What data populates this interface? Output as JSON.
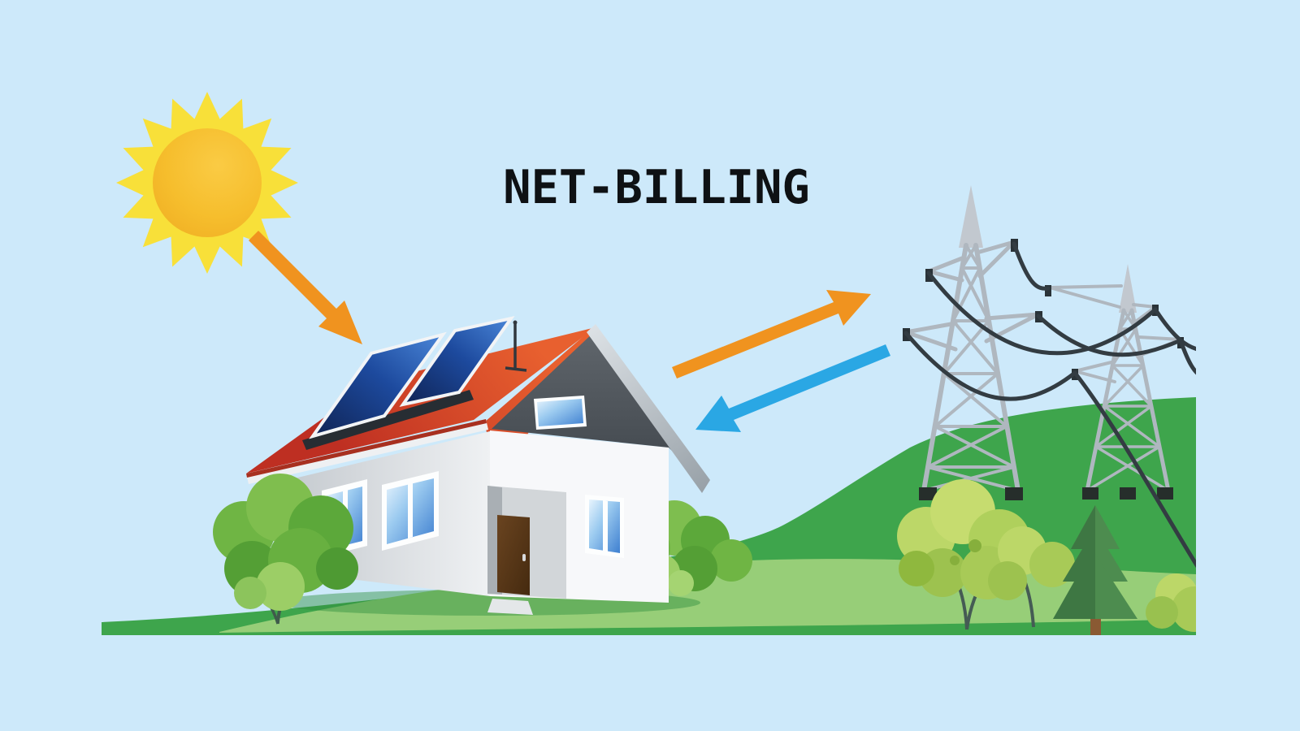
{
  "title": {
    "text": "NET-BILLING"
  },
  "colors": {
    "sky": "#CDE9FA",
    "title_ink": "#0E1114",
    "sun_ray": "#F8E039",
    "sun_core": "#F6BE2C",
    "arrow_orange": "#F0931F",
    "arrow_blue": "#2AA7E4",
    "grass": "#3EA54C",
    "grass_light": "#97CE78",
    "roof_red": "#D8402A",
    "panel_navy": "#16336E",
    "wall_white": "#F6F8F9",
    "gable_gray": "#53595F",
    "tower_gray": "#AFB7BF",
    "wire_dark": "#333C42",
    "tree_lime": "#BCD768",
    "tree_green": "#6FB544",
    "pine_green": "#4D8C4F",
    "trunk_brown": "#8A5A33",
    "door_brown": "#5B3A1D"
  },
  "scene": {
    "elements": [
      {
        "name": "sun-icon"
      },
      {
        "name": "solar-house-icon"
      },
      {
        "name": "transmission-towers-icon"
      },
      {
        "name": "sunlight-arrow",
        "direction": "sun-to-house",
        "color_key": "arrow_orange"
      },
      {
        "name": "export-arrow",
        "direction": "house-to-grid",
        "color_key": "arrow_orange"
      },
      {
        "name": "import-arrow",
        "direction": "grid-to-house",
        "color_key": "arrow_blue"
      }
    ]
  }
}
